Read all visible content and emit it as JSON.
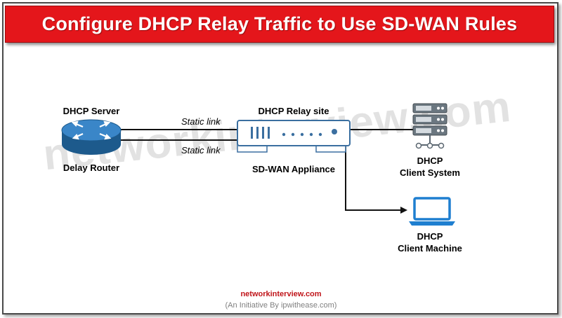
{
  "title": "Configure DHCP Relay Traffic to Use SD-WAN Rules",
  "watermark": "networkinterview.com",
  "colors": {
    "title_bar": "#e4161b",
    "router_blue": "#2b6ea8",
    "server_gray": "#5f6b75",
    "laptop_blue": "#1f7fd0",
    "footer_site": "#c0151a"
  },
  "nodes": {
    "dhcp_server": {
      "top_label": "DHCP Server",
      "bottom_label": "Delay Router",
      "icon": "router-icon"
    },
    "relay": {
      "top_label": "DHCP Relay site",
      "bottom_label": "SD-WAN Appliance",
      "icon": "sdwan-appliance-icon"
    },
    "client_system": {
      "label_line1": "DHCP",
      "label_line2": "Client System",
      "icon": "server-stack-icon"
    },
    "client_machine": {
      "label_line1": "DHCP",
      "label_line2": "Client Machine",
      "icon": "laptop-icon"
    }
  },
  "links": [
    {
      "label": "Static link"
    },
    {
      "label": "Static link"
    }
  ],
  "footer": {
    "site": "networkinterview.com",
    "subtitle": "(An Initiative By ipwithease.com)"
  }
}
